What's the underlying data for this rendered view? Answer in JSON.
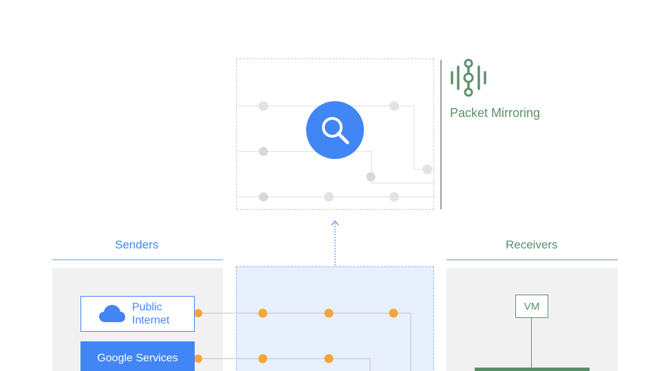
{
  "inspector": {
    "title": "Packet Mirroring",
    "icon": "packet-mirroring-icon",
    "center_icon": "search-icon",
    "accent": "#4285f4"
  },
  "senders": {
    "title": "Senders",
    "items": [
      {
        "label_line1": "Public",
        "label_line2": "Internet",
        "icon": "cloud-icon"
      },
      {
        "label": "Google Services"
      }
    ],
    "color": "#4285f4"
  },
  "receivers": {
    "title": "Receivers",
    "vm_label": "VM",
    "color": "#5b8f6a"
  },
  "colors": {
    "node_orange": "#f4a53a",
    "panel_grey": "#f1f1f1",
    "panel_blue": "#e8f0fe"
  }
}
